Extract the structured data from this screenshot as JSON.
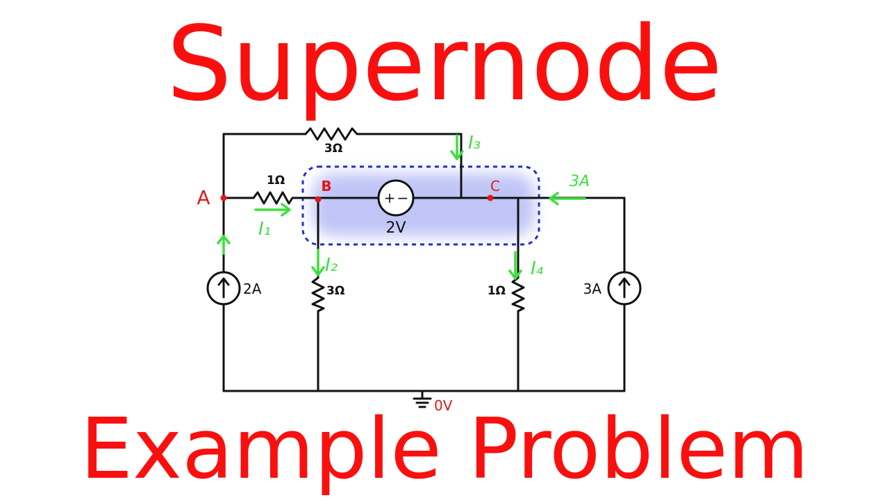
{
  "title": "Supernode",
  "subtitle": "Example Problem",
  "colors": {
    "title": "#fa0f0f",
    "wire": "#111111",
    "current_arrow": "#3be03b",
    "node_label": "#e01818",
    "supernode_boundary": "#1e2fc8",
    "supernode_fill": "#8c96f0"
  },
  "circuit": {
    "nodes": {
      "a": "A",
      "b": "B",
      "c": "C"
    },
    "ground_label": "0V",
    "components": {
      "r_top": "3Ω",
      "r_ab": "1Ω",
      "r_b_ground": "3Ω",
      "r_c_ground": "1Ω",
      "voltage_source": "2V",
      "source_left": "2A",
      "source_right": "3A",
      "vs_plus": "+",
      "vs_minus": "−"
    },
    "currents": {
      "i1": "I₁",
      "i2": "I₂",
      "i3": "I₃",
      "i4": "I₄",
      "inj": "3A"
    }
  }
}
